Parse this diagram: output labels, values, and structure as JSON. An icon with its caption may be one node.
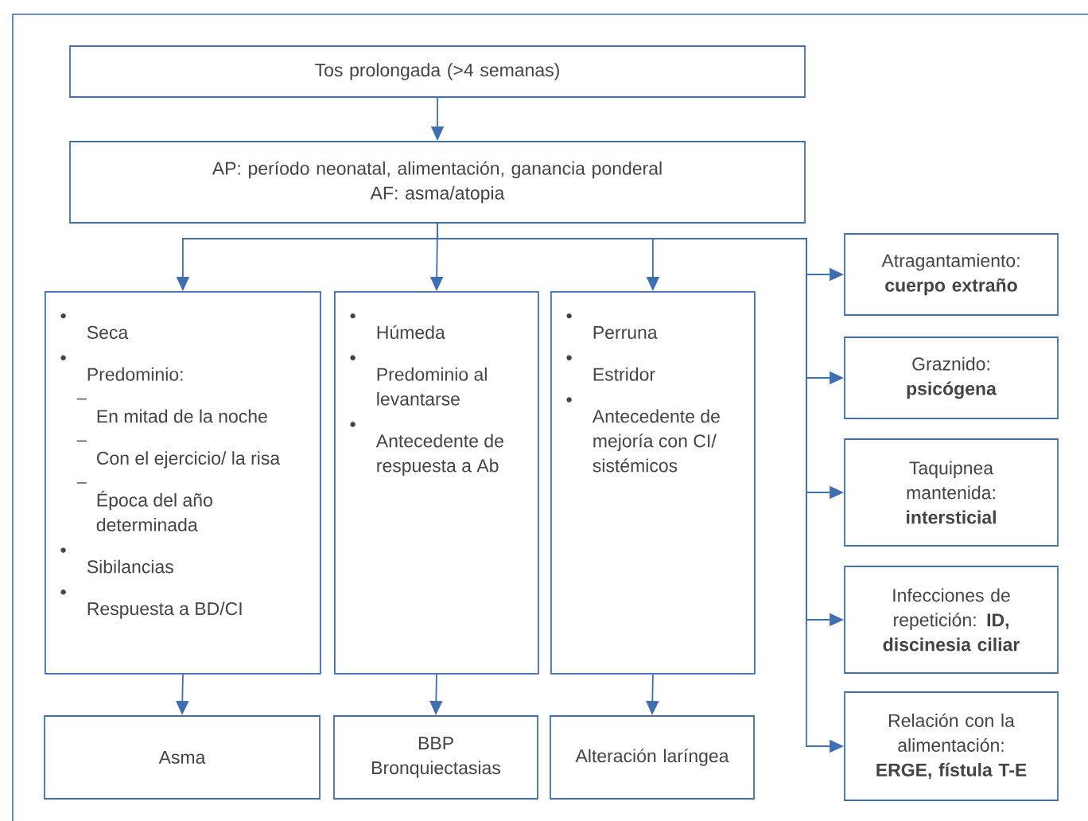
{
  "diagram": {
    "nodes": [
      {
        "text": [
          "Tos prolongada (>4 semanas)"
        ]
      },
      {
        "text": [
          "AP: período neonatal, alimentación, ganancia ponderal",
          "AF: asma/atopia"
        ]
      },
      {
        "text": [
          "Seca",
          "Predominio:",
          "En mitad de la noche",
          "Con el ejercicio/ la risa",
          "Época del año determinada",
          "Sibilancias",
          "Respuesta a BD/CI"
        ]
      },
      {
        "text": [
          "Húmeda",
          "Predominio al levantarse",
          "Antecedente de respuesta a Ab"
        ]
      },
      {
        "text": [
          "Perruna",
          "Estridor",
          "Antecedente de mejoría con CI/ sistémicos"
        ]
      },
      {
        "text": [
          "Asma"
        ]
      },
      {
        "text": [
          "BBP Bronquiectasias"
        ]
      },
      {
        "text": [
          "Alteración laríngea"
        ]
      },
      {
        "text": [
          "Atragantamiento: **cuerpo extraño**"
        ]
      },
      {
        "text": [
          "Graznido: **psicógena**"
        ]
      },
      {
        "text": [
          "Taquipnea mantenida: **intersticial**"
        ]
      },
      {
        "text": [
          "Infecciones de repetición: **ID, discinesia ciliar**"
        ]
      },
      {
        "text": [
          "Relación con la alimentación: **ERGE, fístula T-E**"
        ]
      }
    ],
    "edges": [
      {
        "from": 0,
        "to": 1,
        "arrow": "to"
      },
      {
        "from": 1,
        "to": 2,
        "arrow": "to"
      },
      {
        "from": 1,
        "to": 3,
        "arrow": "to"
      },
      {
        "from": 1,
        "to": 4,
        "arrow": "to"
      },
      {
        "from": 1,
        "to": 8,
        "arrow": "to"
      },
      {
        "from": 1,
        "to": 9,
        "arrow": "to"
      },
      {
        "from": 1,
        "to": 10,
        "arrow": "to"
      },
      {
        "from": 1,
        "to": 11,
        "arrow": "to"
      },
      {
        "from": 1,
        "to": 12,
        "arrow": "to"
      },
      {
        "from": 2,
        "to": 5,
        "arrow": "to"
      },
      {
        "from": 3,
        "to": 6,
        "arrow": "to"
      },
      {
        "from": 4,
        "to": 7,
        "arrow": "to"
      }
    ]
  }
}
